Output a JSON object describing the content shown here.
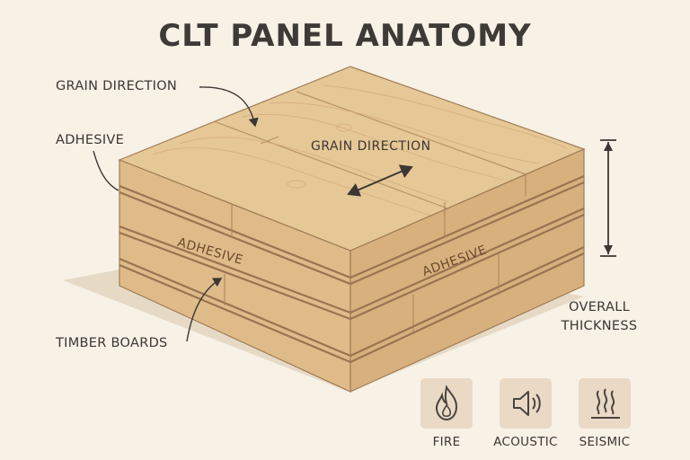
{
  "title": "CLT PANEL ANATOMY",
  "labels": {
    "grain_direction_outer": "GRAIN DIRECTION",
    "adhesive_outer": "ADHESIVE",
    "grain_direction_top": "GRAIN DIRECTION",
    "adhesive_left": "ADHESIVE",
    "adhesive_right": "ADHESIVE",
    "timber_boards": "TIMBER BOARDS",
    "overall_thickness_line1": "OVERALL",
    "overall_thickness_line2": "THICKNESS"
  },
  "properties": [
    {
      "label": "FIRE",
      "icon": "flame-icon"
    },
    {
      "label": "ACOUSTIC",
      "icon": "speaker-icon"
    },
    {
      "label": "SEISMIC",
      "icon": "seismic-wave-icon"
    }
  ],
  "colors": {
    "background": "#f7f1e6",
    "wood_light": "#e7c898",
    "wood_mid": "#dcb888",
    "adhesive_line": "#9a7450",
    "text": "#3b3733",
    "badge": "#ead9c5"
  }
}
